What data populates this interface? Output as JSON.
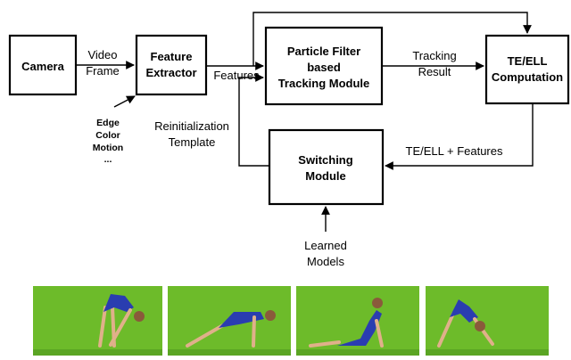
{
  "boxes": {
    "camera": "Camera",
    "feature_extractor": [
      "Feature",
      "Extractor"
    ],
    "tracking_module": [
      "Particle Filter",
      "based",
      "Tracking Module"
    ],
    "te_ell": [
      "TE/ELL",
      "Computation"
    ],
    "switching": [
      "Switching",
      "Module"
    ]
  },
  "labels": {
    "video_frame": [
      "Video",
      "Frame"
    ],
    "features": "Features",
    "tracking_result": [
      "Tracking",
      "Result"
    ],
    "reinit": [
      "Reinitialization",
      "Template"
    ],
    "te_ell_features": "TE/ELL  +  Features",
    "feature_types": [
      "Edge",
      "Color",
      "Motion",
      "..."
    ],
    "learned_models": [
      "Learned",
      "Models"
    ]
  },
  "images": {
    "frames": [
      "standing-forward-bend",
      "plank",
      "upward-dog",
      "downward-dog"
    ],
    "background_color": "#6dbb2a",
    "suit_color": "#2a3db0"
  }
}
